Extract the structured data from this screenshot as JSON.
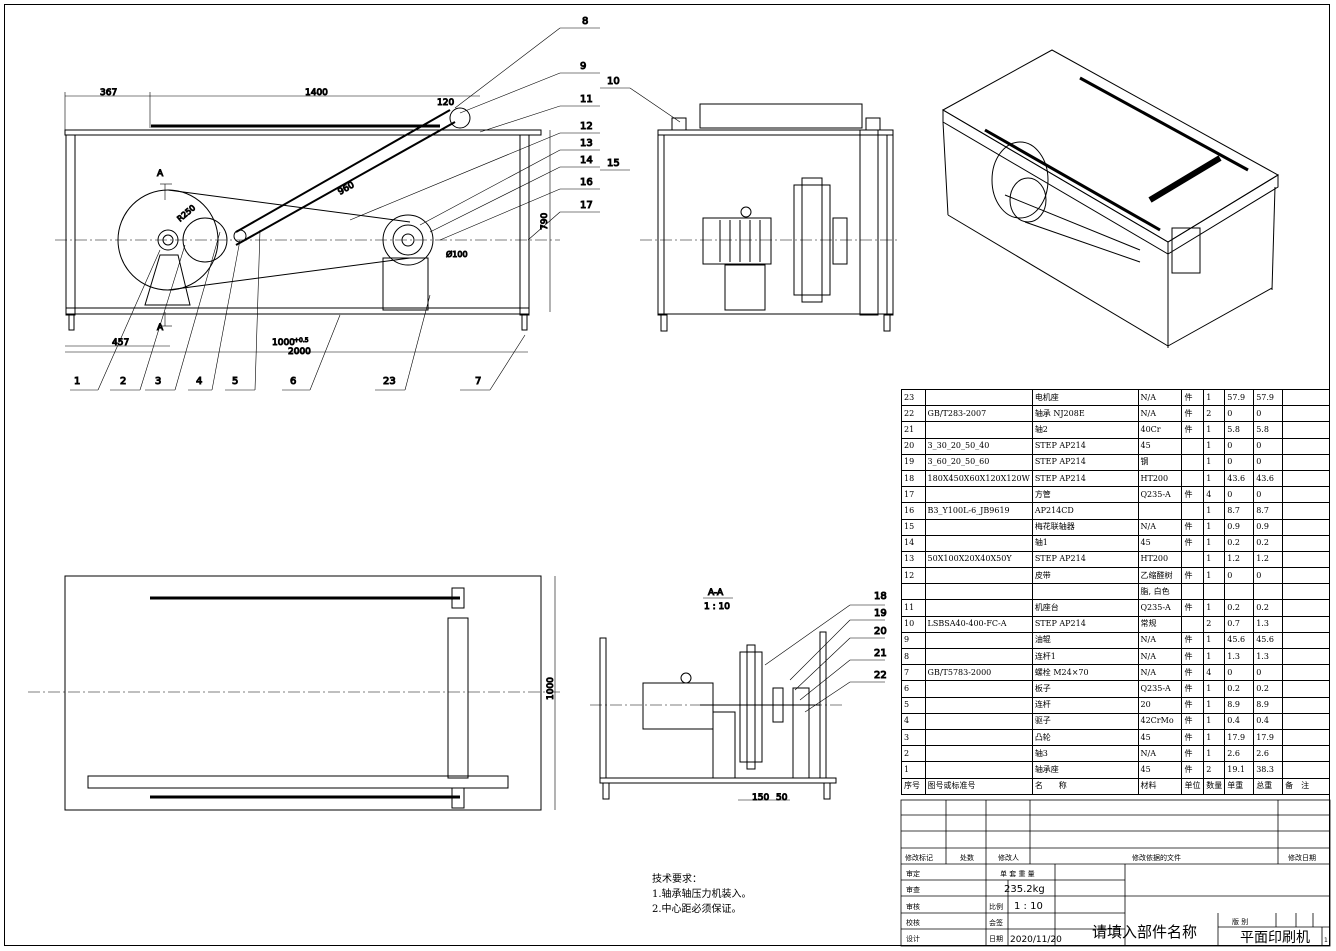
{
  "dimensions": {
    "d367": "367",
    "d1400": "1400",
    "d120": "120",
    "d960": "960",
    "d790": "790",
    "d457": "457",
    "d1000": "1000",
    "d1000_tol": "+0.5",
    "d2000": "2000",
    "dR250": "R250",
    "dO100": "Ø100",
    "d150": "150",
    "d50": "50",
    "d1000v": "1000"
  },
  "section": {
    "name": "A-A",
    "scale": "1 : 10",
    "markA": "A"
  },
  "callouts": [
    "1",
    "2",
    "3",
    "4",
    "5",
    "6",
    "7",
    "8",
    "9",
    "10",
    "11",
    "12",
    "13",
    "14",
    "15",
    "16",
    "17",
    "18",
    "19",
    "20",
    "21",
    "22",
    "23"
  ],
  "bom": [
    [
      "23",
      "",
      "电机座",
      "N/A",
      "件",
      "1",
      "57.9",
      "57.9",
      ""
    ],
    [
      "22",
      "GB/T283-2007",
      "轴承 NJ208E",
      "N/A",
      "件",
      "2",
      "0",
      "0",
      ""
    ],
    [
      "21",
      "",
      "轴2",
      "40Cr",
      "件",
      "1",
      "5.8",
      "5.8",
      ""
    ],
    [
      "20",
      "3_30_20_50_40",
      "STEP AP214",
      "45",
      "",
      "1",
      "0",
      "0",
      ""
    ],
    [
      "19",
      "3_60_20_50_60",
      "STEP AP214",
      "钢",
      "",
      "1",
      "0",
      "0",
      ""
    ],
    [
      "18",
      "180X450X60X120X120W",
      "STEP AP214",
      "HT200",
      "",
      "1",
      "43.6",
      "43.6",
      ""
    ],
    [
      "17",
      "",
      "方管",
      "Q235-A",
      "件",
      "4",
      "0",
      "0",
      ""
    ],
    [
      "16",
      "B3_Y100L-6_JB9619",
      "AP214CD",
      "",
      "",
      "1",
      "8.7",
      "8.7",
      ""
    ],
    [
      "15",
      "",
      "梅花联轴器",
      "N/A",
      "件",
      "1",
      "0.9",
      "0.9",
      ""
    ],
    [
      "14",
      "",
      "轴1",
      "45",
      "件",
      "1",
      "0.2",
      "0.2",
      ""
    ],
    [
      "13",
      "50X100X20X40X50Y",
      "STEP AP214",
      "HT200",
      "",
      "1",
      "1.2",
      "1.2",
      ""
    ],
    [
      "12",
      "",
      "皮带",
      "乙缩醛树",
      "件",
      "1",
      "0",
      "0",
      ""
    ],
    [
      "",
      "",
      "",
      "脂, 白色",
      "",
      "",
      "",
      "",
      ""
    ],
    [
      "11",
      "",
      "机座台",
      "Q235-A",
      "件",
      "1",
      "0.2",
      "0.2",
      ""
    ],
    [
      "10",
      "LSBSA40-400-FC-A",
      "STEP AP214",
      "常规",
      "",
      "2",
      "0.7",
      "1.3",
      ""
    ],
    [
      "9",
      "",
      "油辊",
      "N/A",
      "件",
      "1",
      "45.6",
      "45.6",
      ""
    ],
    [
      "8",
      "",
      "连杆1",
      "N/A",
      "件",
      "1",
      "1.3",
      "1.3",
      ""
    ],
    [
      "7",
      "GB/T5783-2000",
      "螺栓 M24×70",
      "N/A",
      "件",
      "4",
      "0",
      "0",
      ""
    ],
    [
      "6",
      "",
      "板子",
      "Q235-A",
      "件",
      "1",
      "0.2",
      "0.2",
      ""
    ],
    [
      "5",
      "",
      "连杆",
      "20",
      "件",
      "1",
      "8.9",
      "8.9",
      ""
    ],
    [
      "4",
      "",
      "驱子",
      "42CrMo",
      "件",
      "1",
      "0.4",
      "0.4",
      ""
    ],
    [
      "3",
      "",
      "凸轮",
      "45",
      "件",
      "1",
      "17.9",
      "17.9",
      ""
    ],
    [
      "2",
      "",
      "轴3",
      "N/A",
      "件",
      "1",
      "2.6",
      "2.6",
      ""
    ],
    [
      "1",
      "",
      "轴承座",
      "45",
      "件",
      "2",
      "19.1",
      "38.3",
      ""
    ]
  ],
  "bom_header": [
    "序号",
    "图号或标准号",
    "名　　称",
    "材料",
    "单位",
    "数量",
    "单重",
    "总重",
    "备　注"
  ],
  "titleblock": {
    "mod_labels": [
      "修改标记",
      "处数",
      "修改人",
      "修改依据的文件",
      "修改日期"
    ],
    "roles": [
      "审定",
      "审查",
      "审核",
      "校核",
      "设计"
    ],
    "weight_label": "单 套 重 量",
    "weight": "235.2kg",
    "scale_label": "比例",
    "scale": "1 : 10",
    "sign_label": "会签",
    "date_label": "日期",
    "date": "2020/11/20",
    "part_name": "请填入部件名称",
    "version_label": "版 别",
    "product": "平面印刷机",
    "page": "1"
  },
  "tech": {
    "title": "技术要求：",
    "items": [
      "1.轴承轴压力机装入。",
      "2.中心距必须保证。"
    ]
  }
}
